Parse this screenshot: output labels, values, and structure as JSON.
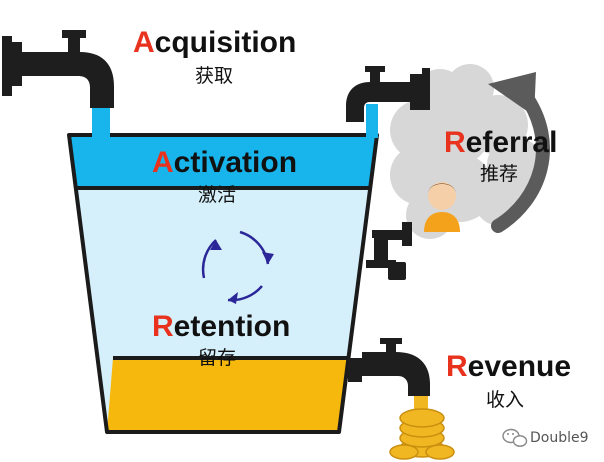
{
  "stages": {
    "acquisition": {
      "initial": "A",
      "rest": "cquisition",
      "cn": "获取"
    },
    "activation": {
      "initial": "A",
      "rest": "ctivation",
      "cn": "激活"
    },
    "retention": {
      "initial": "R",
      "rest": "etention",
      "cn": "留存"
    },
    "referral": {
      "initial": "R",
      "rest": "eferral",
      "cn": "推荐"
    },
    "revenue": {
      "initial": "R",
      "rest": "evenue",
      "cn": "收入"
    }
  },
  "watermark": {
    "text": "Double9",
    "icon": "wechat-icon"
  },
  "colors": {
    "accent_initial": "#e8321e",
    "activation_band": "#17b5ec",
    "water": "#d6f0fb",
    "revenue_band": "#f7b80d",
    "tap": "#1e1e1e",
    "cloud": "#d7d7d7",
    "cycle_arrow": "#2b2799",
    "coin": "#f0b722"
  }
}
